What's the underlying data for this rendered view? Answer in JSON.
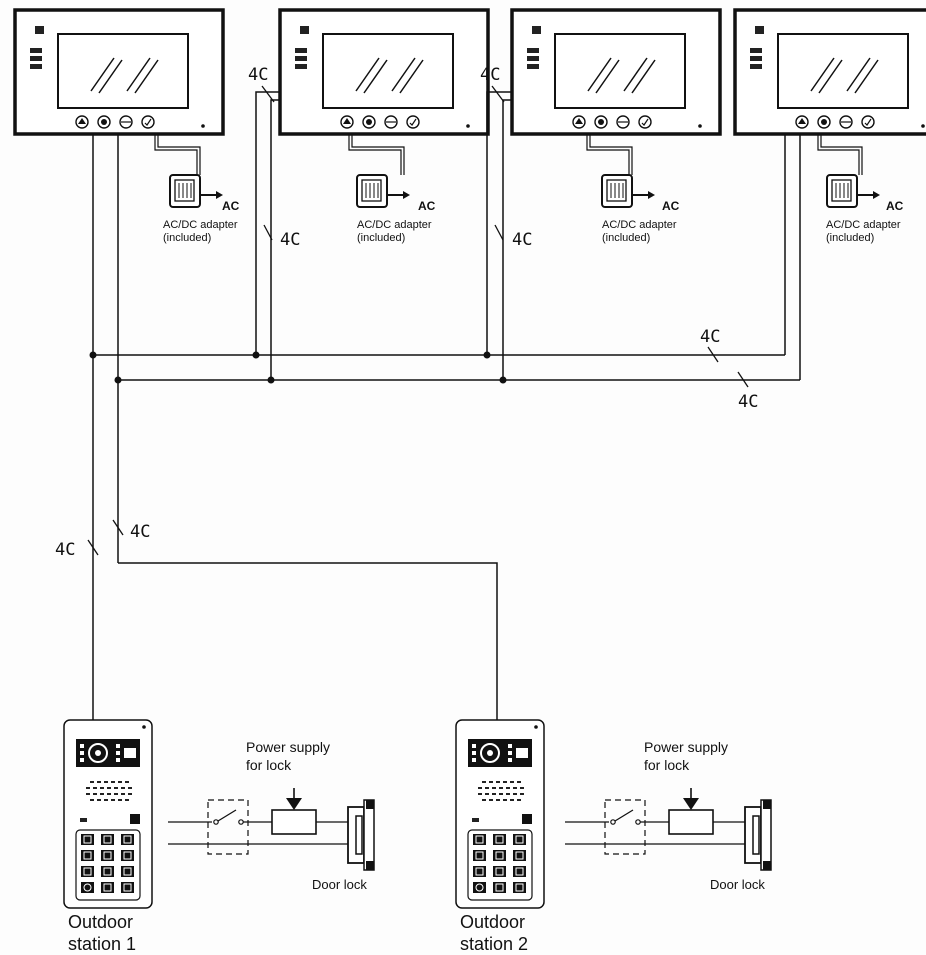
{
  "wire_label": "4C",
  "adapter": {
    "output": "AC",
    "line1": "AC/DC adapter",
    "line2": "(included)"
  },
  "power_supply": {
    "line1": "Power supply",
    "line2": "for lock"
  },
  "door_lock": "Door lock",
  "stations": [
    {
      "line1": "Outdoor",
      "line2": "station 1"
    },
    {
      "line1": "Outdoor",
      "line2": "station 2"
    }
  ]
}
